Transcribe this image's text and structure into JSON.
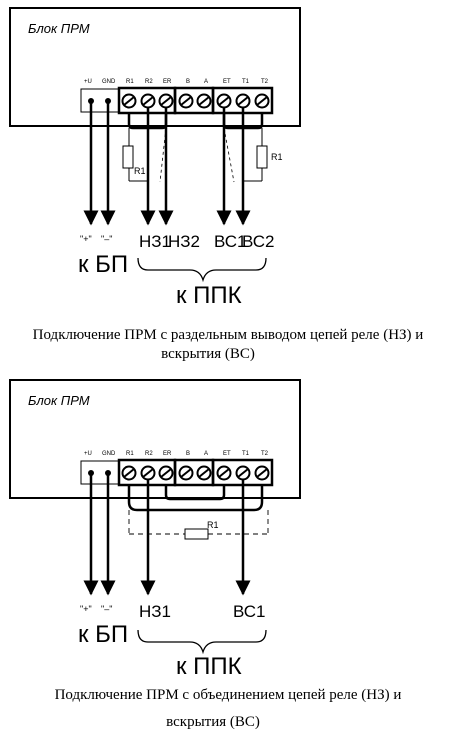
{
  "diagram1": {
    "block_title": "Блок ПРМ",
    "terminals": [
      "+U",
      "GND",
      "R1",
      "R2",
      "ER",
      "B",
      "A",
      "ET",
      "T1",
      "T2"
    ],
    "resistor_left": "R1",
    "resistor_right": "R1",
    "out_plus": "\"+\"",
    "out_minus": "\"–\"",
    "out_nz1": "НЗ1",
    "out_nz2": "НЗ2",
    "out_vs1": "ВС1",
    "out_vs2": "ВС2",
    "to_psu": "к БП",
    "to_ppk": "к ППК"
  },
  "caption1": {
    "line1": "Подключение ПРМ с раздельным выводом цепей реле (НЗ) и",
    "line2": "вскрытия (ВС)"
  },
  "diagram2": {
    "block_title": "Блок ПРМ",
    "terminals": [
      "+U",
      "GND",
      "R1",
      "R2",
      "ER",
      "B",
      "A",
      "ET",
      "T1",
      "T2"
    ],
    "resistor": "R1",
    "out_plus": "\"+\"",
    "out_minus": "\"–\"",
    "out_nz1": "НЗ1",
    "out_vs1": "ВС1",
    "to_psu": "к БП",
    "to_ppk": "к ППК"
  },
  "caption2": {
    "line1": "Подключение ПРМ с объединением цепей реле  (НЗ) и",
    "line2": "вскрытия (ВС)"
  }
}
